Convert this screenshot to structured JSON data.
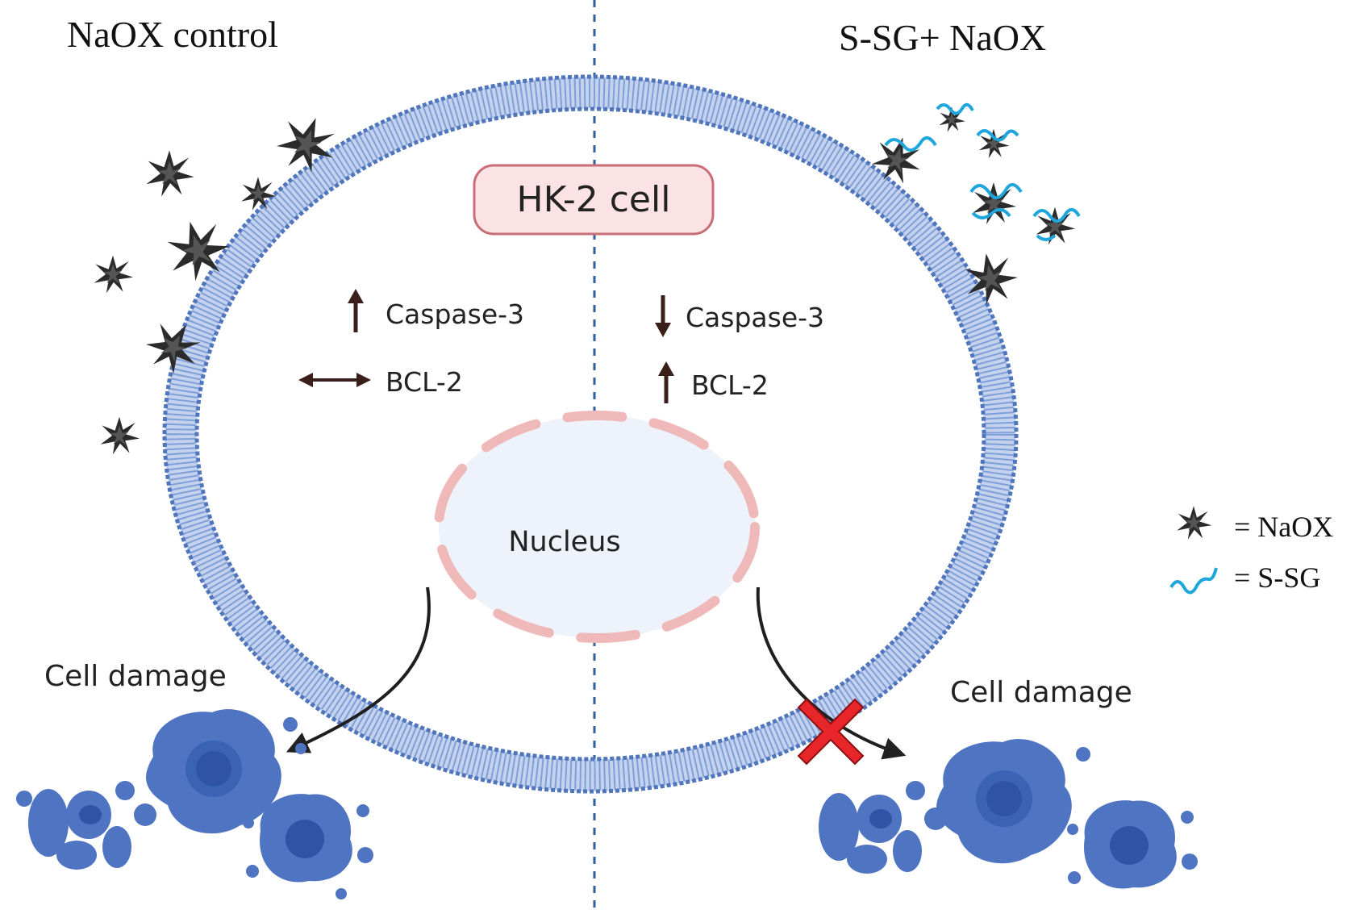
{
  "panels": {
    "left_title": "NaOX control",
    "right_title": "S-SG+ NaOX"
  },
  "cell": {
    "label": "HK-2 cell",
    "nucleus_label": "Nucleus"
  },
  "markers": {
    "left": [
      {
        "name": "Caspase-3",
        "change": "up"
      },
      {
        "name": "BCL-2",
        "change": "unchanged"
      }
    ],
    "right": [
      {
        "name": "Caspase-3",
        "change": "down"
      },
      {
        "name": "BCL-2",
        "change": "up"
      }
    ]
  },
  "outcomes": {
    "left_label": "Cell damage",
    "right_label": "Cell damage",
    "right_blocked": true
  },
  "legend": [
    {
      "icon": "naox-crystal-icon",
      "label": "= NaOX"
    },
    {
      "icon": "s-sg-strand-icon",
      "label": "= S-SG"
    }
  ],
  "colors": {
    "membrane": "#5b7fc4",
    "membrane_dark": "#3f63a8",
    "nucleus_fill": "#eef2fb",
    "nucleus_ring": "#f0b9b9",
    "label_box_fill": "#fbe3e5",
    "label_box_stroke": "#c96d77",
    "arrow": "#3b1f1a",
    "ssg_blue": "#1fa6dd",
    "crystal": "#2b2b2b",
    "damaged_cell": "#4e74c2",
    "damaged_cell_dark": "#2f54a5",
    "block_cross": "#e8262a"
  }
}
